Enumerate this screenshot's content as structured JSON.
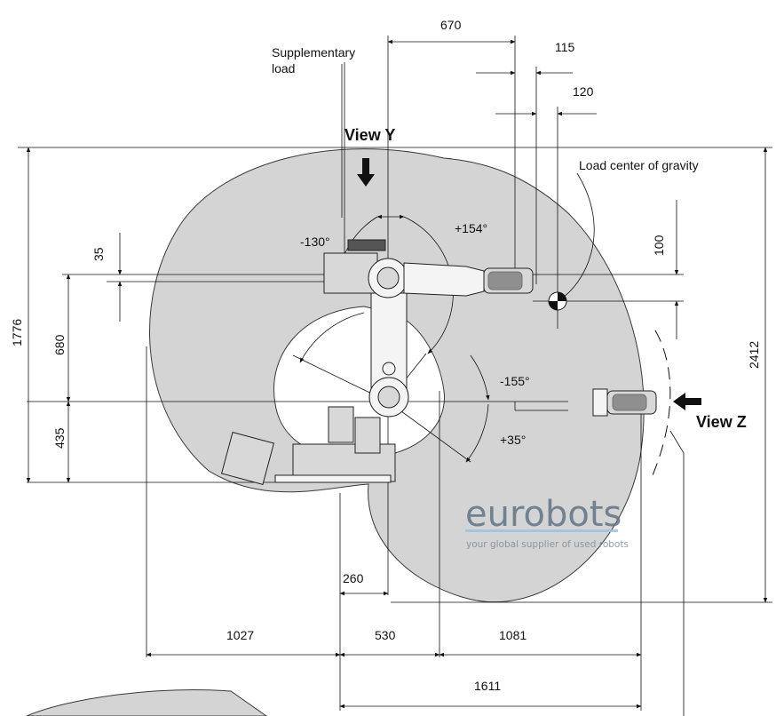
{
  "drawing": {
    "dimensions": {
      "top_670": "670",
      "top_115": "115",
      "top_120": "120",
      "left_1776": "1776",
      "left_35": "35",
      "left_680": "680",
      "left_435": "435",
      "right_2412": "2412",
      "right_100": "100",
      "bottom_260": "260",
      "bottom_1027": "1027",
      "bottom_530": "530",
      "bottom_1081": "1081",
      "bottom_1611": "1611"
    },
    "angles": {
      "a1_neg": "-130°",
      "a1_pos": "+154°",
      "a2_neg": "-155°",
      "a2_pos": "+35°"
    },
    "labels": {
      "supplementary_load_line1": "Supplementary",
      "supplementary_load_line2": "load",
      "load_center": "Load center of gravity",
      "view_y": "View Y",
      "view_z": "View Z"
    },
    "watermark": {
      "brand": "eurobots",
      "tagline": "your global supplier of used robots"
    },
    "colors": {
      "envelope_fill": "#d4d4d4",
      "envelope_stroke": "#3a3a3a",
      "inner_zone_fill": "#ffffff",
      "watermark_blue": "#5f7487",
      "watermark_accent": "#9cc4de"
    }
  }
}
